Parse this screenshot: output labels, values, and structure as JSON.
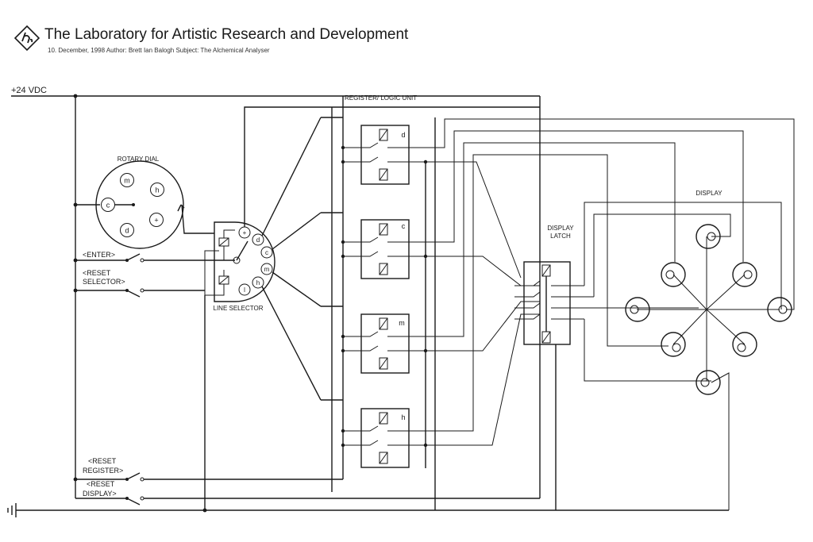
{
  "header": {
    "title": "The Laboratory for Artistic Research and Development",
    "subtitle": "10. December, 1998  Author: Brett Ian Balogh  Subject: The Alchemical Analyser"
  },
  "labels": {
    "supply": "+24 VDC",
    "register_unit": "REGISTER/ LOGIC UNIT",
    "rotary_dial": "ROTARY DIAL",
    "display": "DISPLAY",
    "display_latch_1": "DISPLAY",
    "display_latch_2": "LATCH",
    "line_selector": "LINE SELECTOR",
    "enter": "<ENTER>",
    "reset_selector_1": "<RESET",
    "reset_selector_2": "SELECTOR>",
    "reset_register_1": "<RESET",
    "reset_register_2": "REGISTER>",
    "reset_display_1": "<RESET",
    "reset_display_2": "DISPLAY>"
  },
  "dial_symbols": [
    "m",
    "h",
    "c",
    "+",
    "d"
  ],
  "selector_symbols": [
    "+",
    "d",
    "c",
    "m",
    "h",
    "l"
  ],
  "register_tags": [
    "d",
    "c",
    "m",
    "h"
  ],
  "colors": {
    "ink": "#1a1a1a",
    "background": "#ffffff"
  }
}
